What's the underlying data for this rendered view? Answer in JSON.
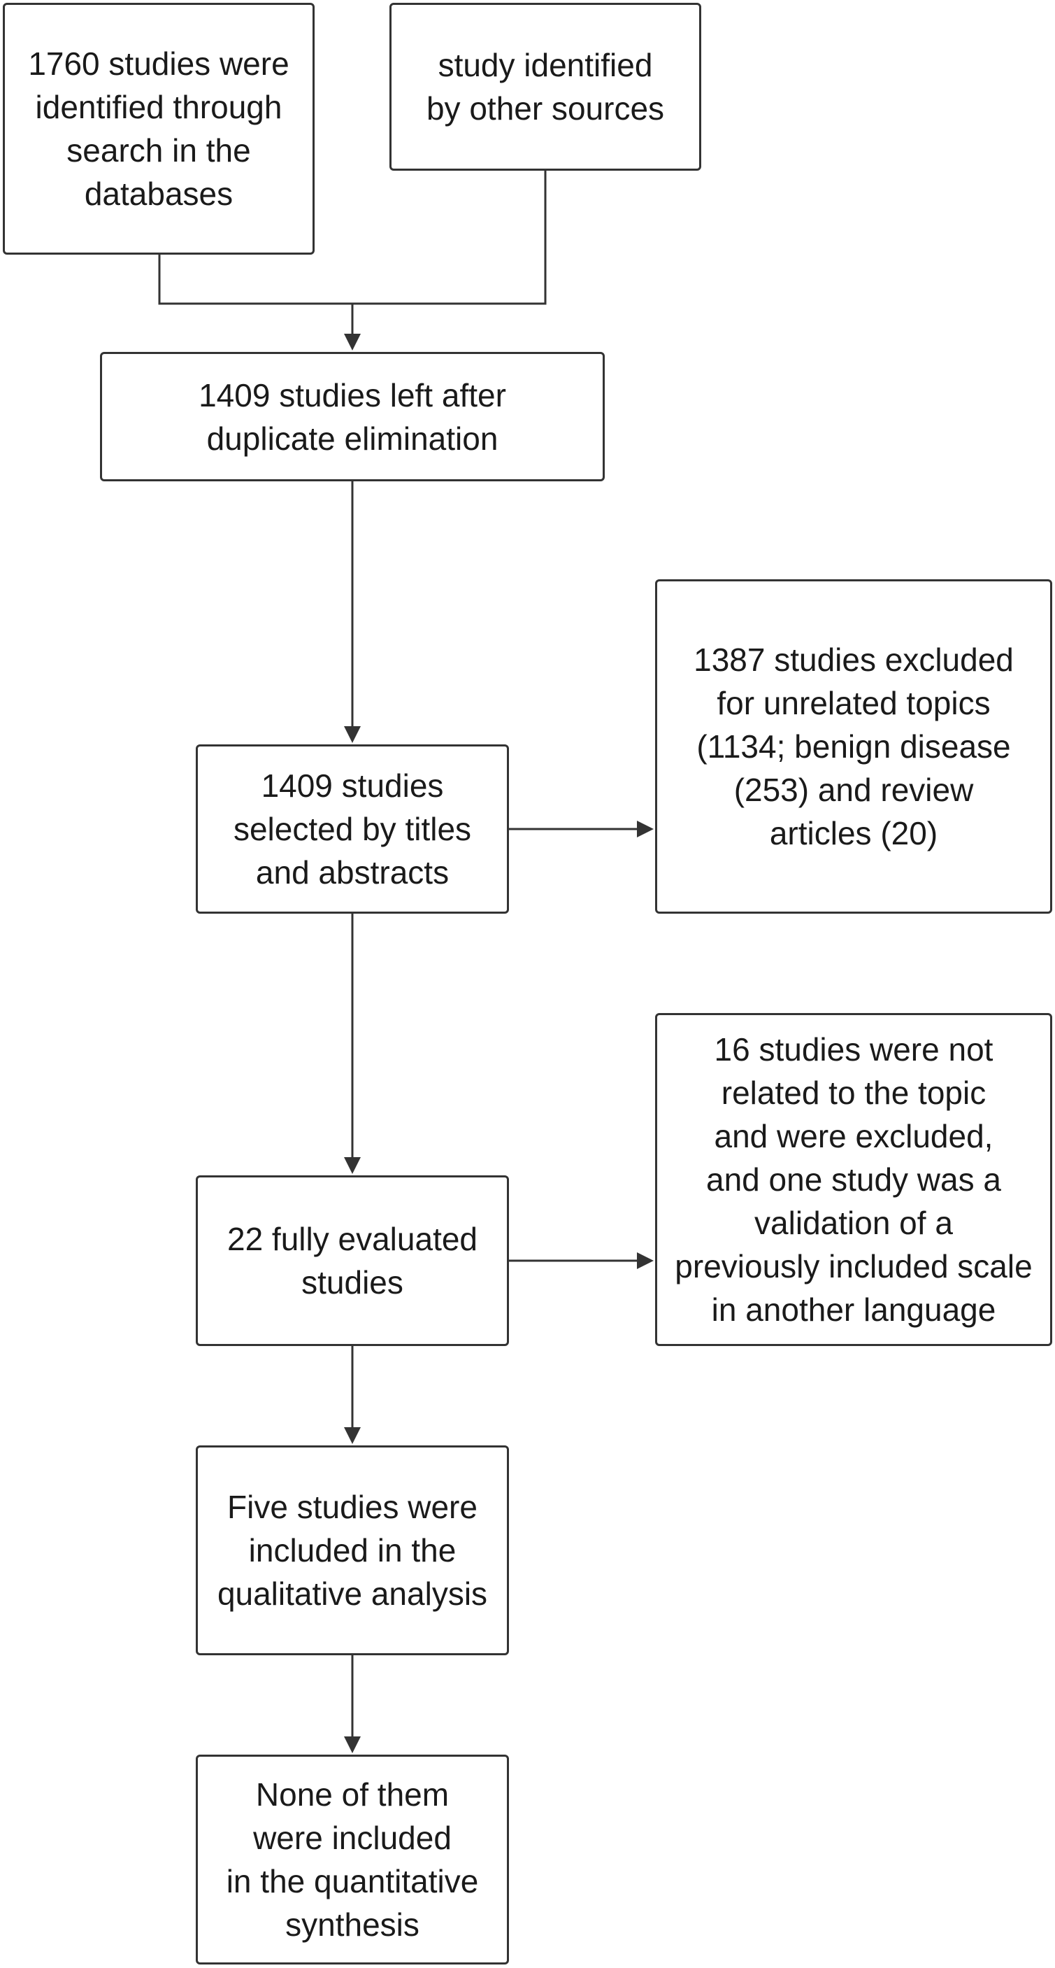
{
  "diagram": {
    "nodes": {
      "search": "1760 studies were\nidentified through\nsearch in the\ndatabases",
      "other_sources": "study identified\nby other sources",
      "dedup": "1409 studies left after\nduplicate elimination",
      "screened": "1409 studies\nselected by titles\nand abstracts",
      "excluded_topics": "1387 studies excluded\nfor unrelated topics\n(1134; benign disease\n(253) and review\narticles (20)",
      "full_text": "22 fully evaluated\nstudies",
      "excluded_full": "16 studies were not\nrelated to the topic\nand were excluded,\nand one study was a\nvalidation of a\npreviously included scale\nin another language",
      "qualitative": "Five studies were\nincluded in the\nqualitative analysis",
      "quantitative": "None of them\nwere included\nin the quantitative\nsynthesis"
    },
    "line_color": "#333333"
  }
}
